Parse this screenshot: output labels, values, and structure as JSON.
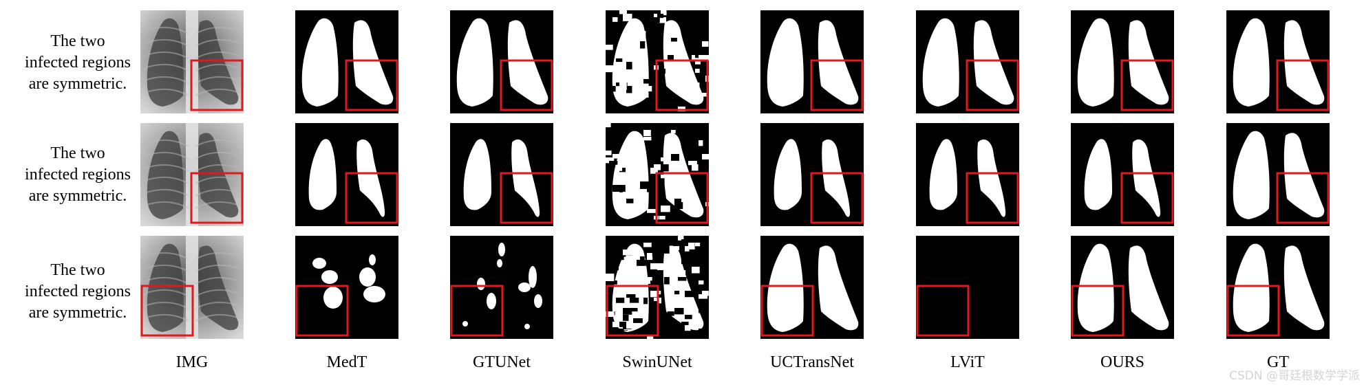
{
  "figure": {
    "row_captions": [
      "The two\ninfected regions\nare symmetric.",
      "The two\ninfected regions\nare symmetric.",
      "The two\ninfected regions\nare symmetric."
    ],
    "columns": [
      "IMG",
      "MedT",
      "GTUNet",
      "SwinUNet",
      "UCTransNet",
      "LViT",
      "OURS",
      "GT"
    ],
    "highlight_color": "#e0191f",
    "mask_colors": {
      "background": "#000000",
      "foreground": "#ffffff"
    }
  },
  "watermark": "CSDN @哥廷根数学学派"
}
